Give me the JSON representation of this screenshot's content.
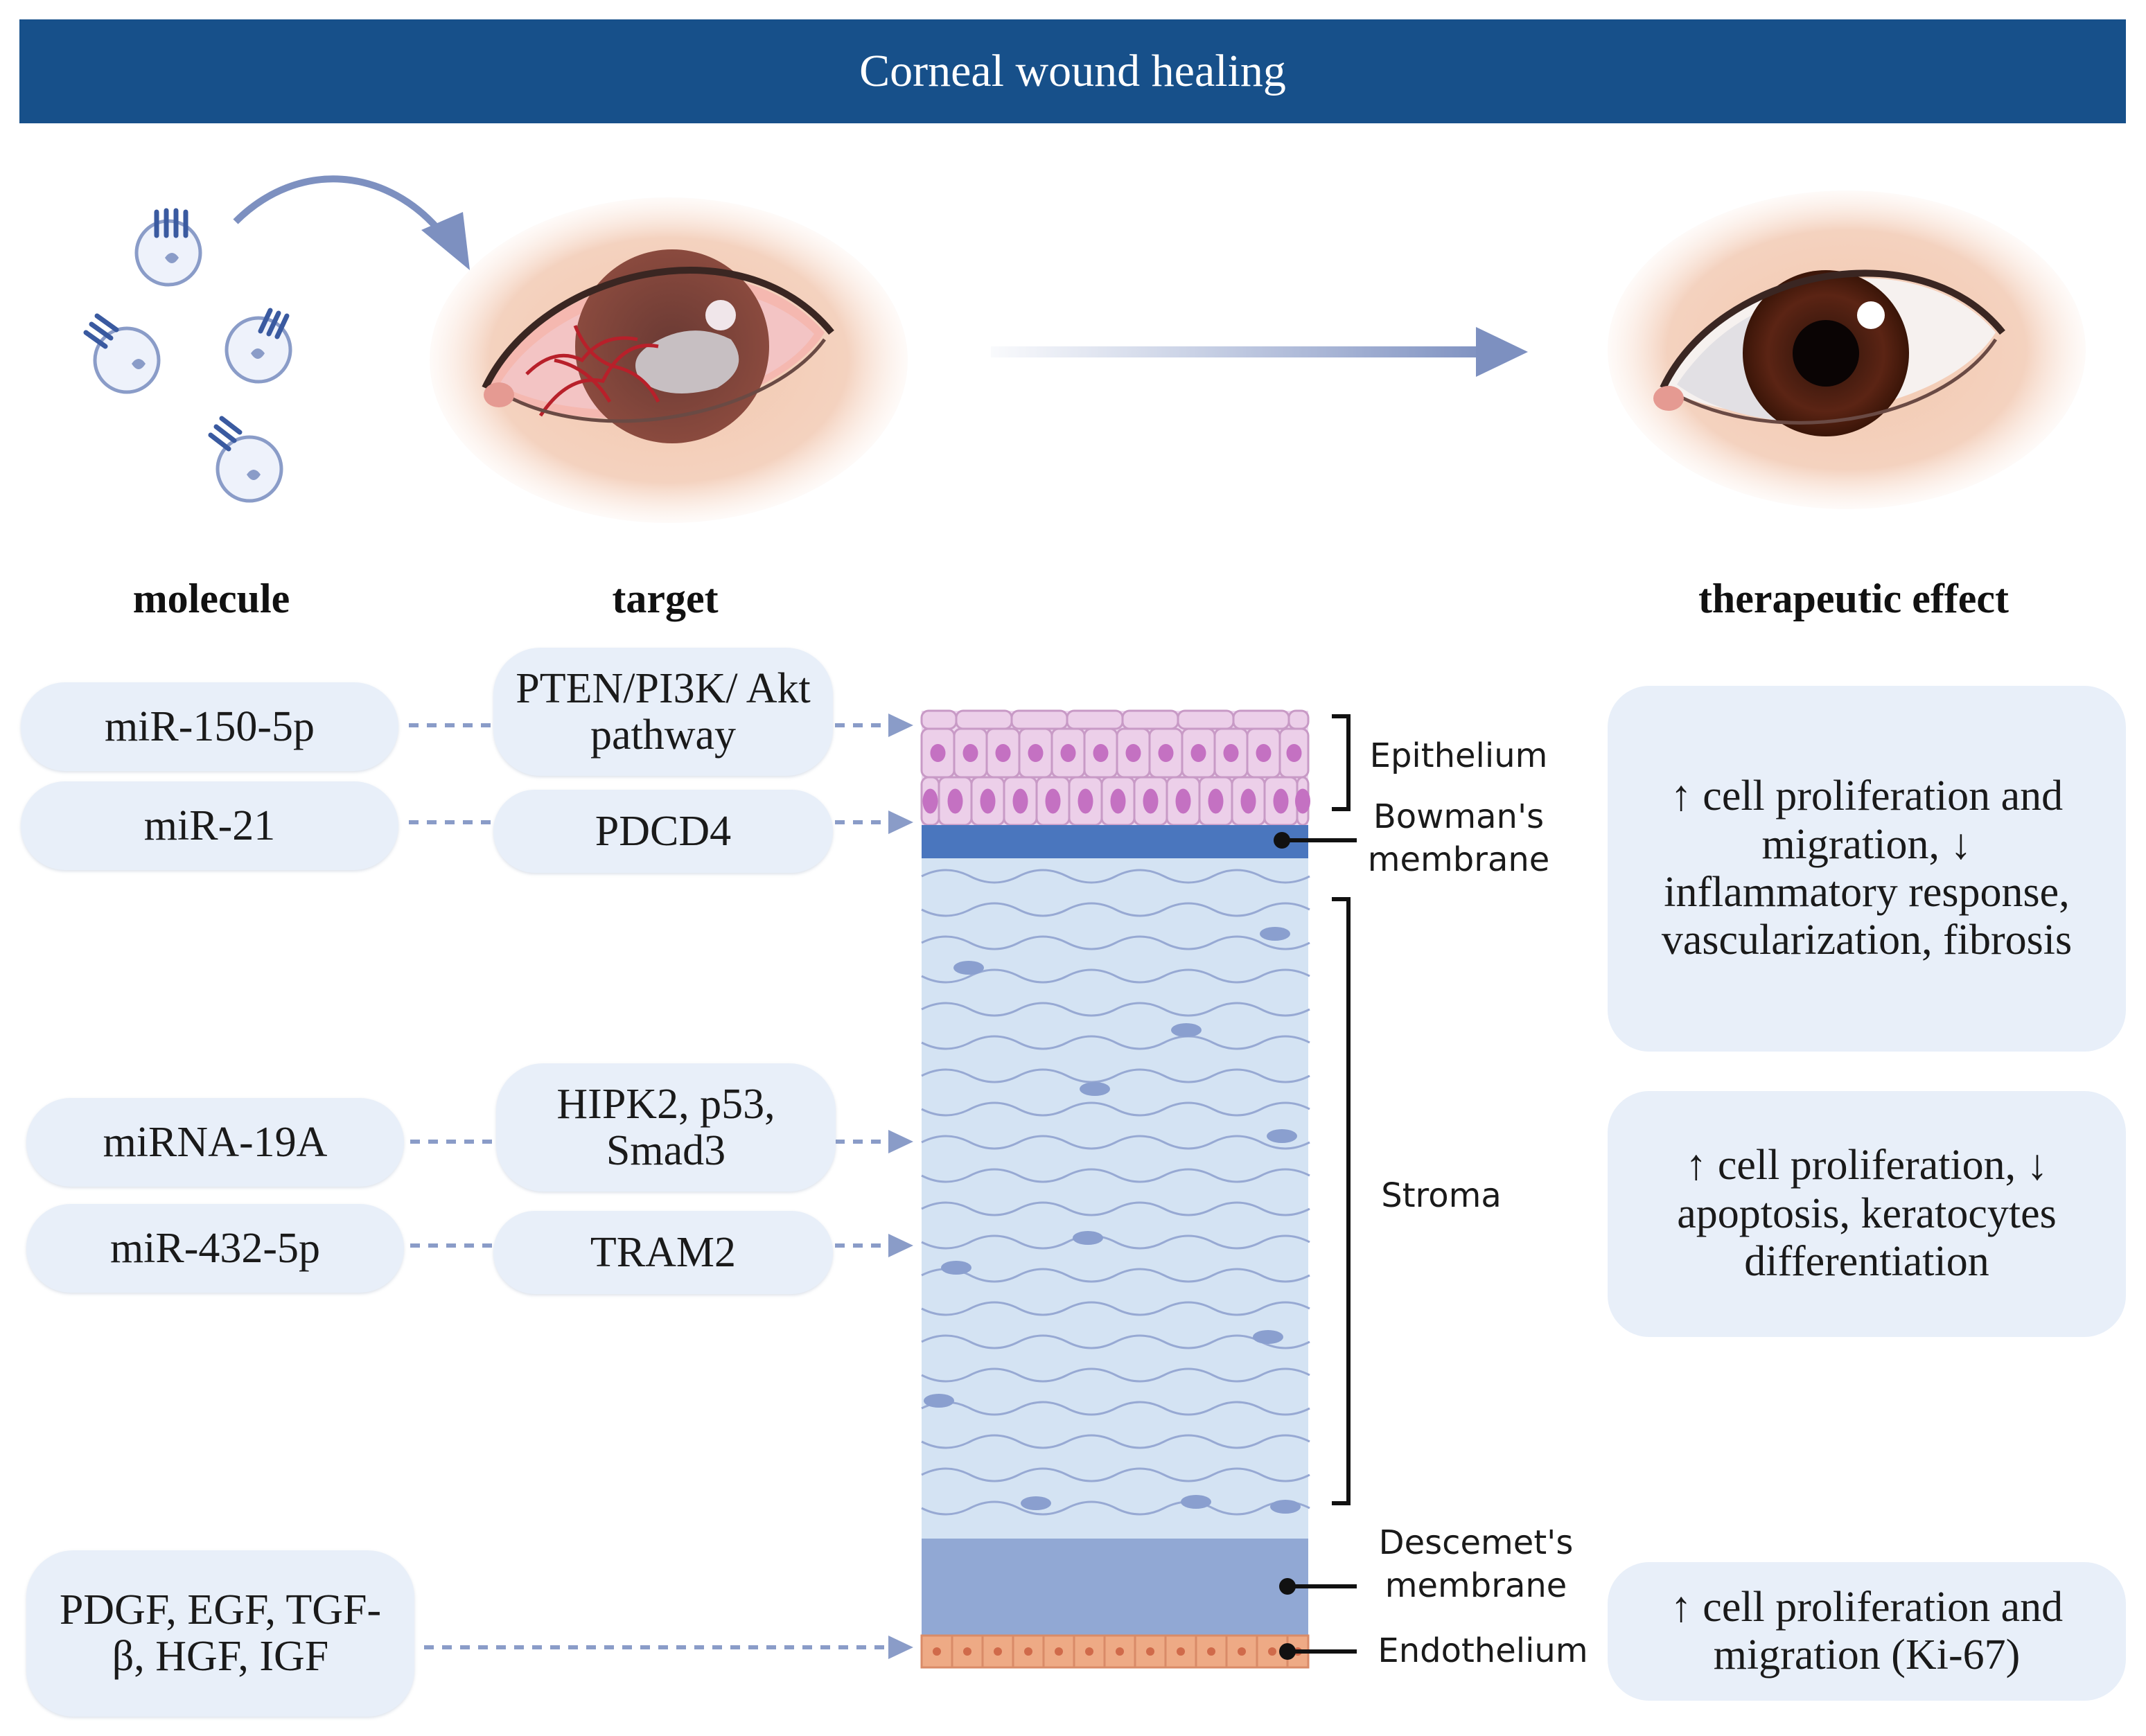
{
  "title": "Corneal wound healing",
  "headers": {
    "molecule": "molecule",
    "target": "target",
    "effect": "therapeutic effect"
  },
  "rows": [
    {
      "molecule": "miR-150-5p",
      "target": "PTEN/PI3K/ Akt pathway"
    },
    {
      "molecule": "miR-21",
      "target": "PDCD4"
    },
    {
      "molecule": "miRNA-19A",
      "target": "HIPK2, p53, Smad3"
    },
    {
      "molecule": "miR-432-5p",
      "target": "TRAM2"
    },
    {
      "molecule": "PDGF, EGF, TGF-β, HGF, IGF",
      "target": ""
    }
  ],
  "layers": {
    "epithelium": "Epithelium",
    "bowman": "Bowman's membrane",
    "stroma": "Stroma",
    "descemet": "Descemet's membrane",
    "endothelium": "Endothelium"
  },
  "effects": [
    "↑ cell proliferation and migration, ↓ inflammatory response, vascularization, fibrosis",
    "↑ cell proliferation, ↓ apoptosis, keratocytes differentiation",
    "↑ cell proliferation and migration (Ki-67)"
  ],
  "colors": {
    "banner": "#17508a",
    "pill": "#e8eff9",
    "epithelium": "#e4c8e4",
    "bowman": "#4a76be",
    "stroma": "#d4e3f3",
    "descemet": "#91a8d4",
    "endothelium": "#eeaa85",
    "arrow": "#8a9cc8"
  }
}
